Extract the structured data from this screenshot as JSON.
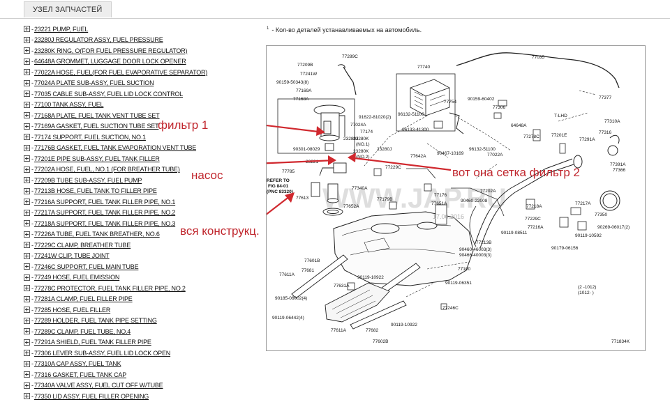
{
  "tab": {
    "label": "УЗЕЛ ЗАПЧАСТЕЙ"
  },
  "parts": [
    "23221 PUMP, FUEL",
    "23280J REGULATOR ASSY, FUEL PRESSURE",
    "23280K RING, O(FOR FUEL PRESSURE REGULATOR)",
    "64648A GROMMET, LUGGAGE DOOR LOCK OPENER",
    "77022A HOSE, FUEL(FOR FUEL EVAPORATIVE SEPARATOR)",
    "77024A PLATE SUB-ASSY, FUEL SUCTION",
    "77035 CABLE SUB-ASSY, FUEL LID LOCK CONTROL",
    "77100 TANK ASSY, FUEL",
    "77168A PLATE, FUEL TANK VENT TUBE SET",
    "77169A GASKET, FUEL SUCTION TUBE SET",
    "77174 SUPPORT, FUEL SUCTION, NO.1",
    "77176B GASKET, FUEL TANK EVAPORATION VENT TUBE",
    "77201E PIPE SUB-ASSY, FUEL TANK FILLER",
    "77202A HOSE, FUEL, NO.1 (FOR BREATHER TUBE)",
    "77209B TUBE SUB-ASSY, FUEL PUMP",
    "77213B HOSE, FUEL TANK TO FILLER PIPE",
    "77216A SUPPORT, FUEL TANK FILLER PIPE, NO.1",
    "77217A SUPPORT, FUEL TANK FILLER PIPE, NO.2",
    "77218A SUPPORT, FUEL TANK FILLER PIPE, NO.3",
    "77226A TUBE, FUEL TANK BREATHER, NO.6",
    "77229C CLAMP, BREATHER TUBE",
    "77241W CLIP, TUBE JOINT",
    "77246C SUPPORT, FUEL MAIN TUBE",
    "77249 HOSE, FUEL EMISSION",
    "77278C PROTECTOR, FUEL TANK FILLER PIPE, NO.2",
    "77281A CLAMP, FUEL FILLER PIPE",
    "77285 HOSE, FUEL FILLER",
    "77289 HOLDER, FUEL TANK PIPE SETTING",
    "77289C CLAMP, FUEL TUBE, NO.4",
    "77291A SHIELD, FUEL TANK FILLER PIPE",
    "77306 LEVER SUB-ASSY, FUEL LID LOCK OPEN",
    "77310A CAP ASSY, FUEL TANK",
    "77316 GASKET, FUEL TANK CAP",
    "77340A VALVE ASSY, FUEL CUT OFF W/TUBE",
    "77350 LID ASSY, FUEL FILLER OPENING"
  ],
  "footnote": {
    "mark": "1",
    "text": "- Кол-во деталей устанавливаемых на автомобиль."
  },
  "callouts": {
    "filter1": "фильтр 1",
    "pump": "насос",
    "assembly": "вся конструкц.",
    "filter2": "вот она сетка фильтр 2"
  },
  "diagram": {
    "labels": {
      "l77289C": "77289C",
      "l77209B": "77209B",
      "l77241W": "77241W",
      "l90159a": "90159-50343(8)",
      "l77169A": "77169A",
      "l77168A": "77168A",
      "l77740": "77740",
      "l77035": "77035",
      "l77754": "77754",
      "l77377": "77377",
      "l96132a": "96132-51100",
      "l96133": "96133-41300",
      "l91622": "91622-81020(2)",
      "l77024A": "77024A",
      "l77174": "77174",
      "l23280J": "23280J",
      "l23280K1": "23280K",
      "lno1": "(NO.1)",
      "l23280K2": "23280K",
      "lno2": "(NO.2)",
      "l23280Jb": "23280J",
      "l90301": "90301-08029",
      "l23221": "23221",
      "l77785": "77785",
      "lrefer1": "REFER TO",
      "lrefer2": "FIG 84-01",
      "lrefer3": "(PNC 83320)",
      "l77613": "77613",
      "l77229C": "77229C",
      "l77340A": "77340A",
      "l77652A": "77652A",
      "l77179B": "77179B",
      "l77176": "77176",
      "l77651A": "77651A",
      "l77642A": "77642A",
      "l90467": "90467-10169",
      "l96132b": "96132-51100",
      "l77022A": "77022A",
      "l90159b": "90159-60402",
      "l77306": "77306",
      "l64648A": "64648A",
      "l77278C": "77278C",
      "l77201E": "77201E",
      "lTLHD": "T-LHD",
      "l77310A": "77310A",
      "l77316": "77316",
      "l77291A": "77291A",
      "l77391A": "77391A",
      "l77366": "77366",
      "l77202A": "77202A",
      "l90460": "90460-22008",
      "l77218A": "77218A",
      "l77217A": "77217A",
      "l77229Cb": "77229C",
      "l77216A": "77216A",
      "l77350": "77350",
      "l90269": "90269-06017(2)",
      "l90119a": "90119-08511",
      "l90119b": "90119-10592",
      "l77213B": "77213B",
      "l90460b": "90460-46003(3)",
      "l90466": "90466-40003(3)",
      "l90179": "90179-06156",
      "l77601B": "77601B",
      "l77681": "77681",
      "l77611Aa": "77611A",
      "l77100": "77100",
      "l90119c": "90119-10922",
      "l77631A": "77631A",
      "l90119d": "90119-06351",
      "l90185": "90185-06002(4)",
      "l90119e": "90119-06442(4)",
      "l77246C": "77246C",
      "l77611Ab": "77611A",
      "l77682": "77682",
      "l90119f": "90119-10922",
      "l77602B": "77602B",
      "ldate1": "(2   -1012)",
      "ldate2": "(1012-  )",
      "lfig": "771834K",
      "lwatermark": "WWW.JAP.RU",
      "lstamp": "17.06.2016"
    }
  }
}
